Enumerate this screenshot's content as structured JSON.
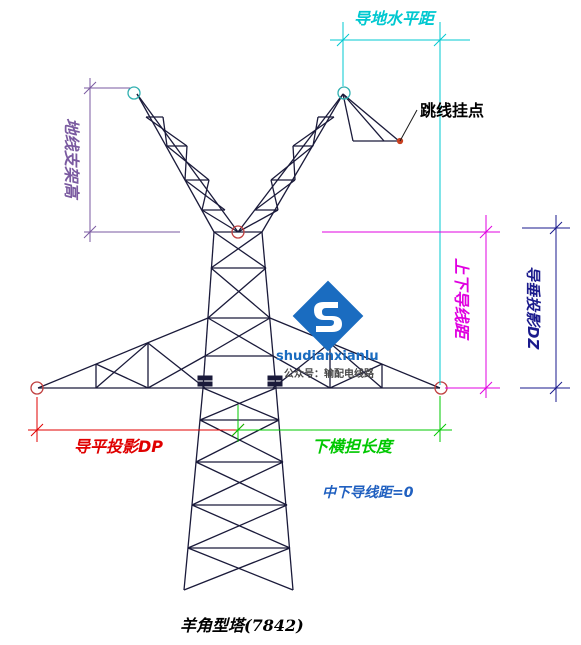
{
  "labels": {
    "conductor_horizontal_distance": "导地水平距",
    "jumper_hang_point": "跳线挂点",
    "ground_wire_support_height": "地线支架高",
    "upper_lower_conductor_distance": "上下导线距",
    "conductor_vertical_projection": "导垂投影DZ",
    "conductor_horizontal_projection": "导平投影DP",
    "lower_crossarm_length": "下横担长度",
    "middle_lower_conductor_distance": "中下导线距=0",
    "tower_type": "羊角型塔(7842)"
  },
  "watermark": {
    "site": "shudianxianlu",
    "account": "公众号：输配电线路"
  },
  "colors": {
    "tower": "#1a1a3a",
    "cyan": "#00c8d0",
    "magenta": "#e000e0",
    "navy": "#1a1a8c",
    "red": "#e00000",
    "green": "#00c800",
    "purple": "#7a5aa0",
    "blue": "#2060c0",
    "hangpoint": "#c84020"
  }
}
